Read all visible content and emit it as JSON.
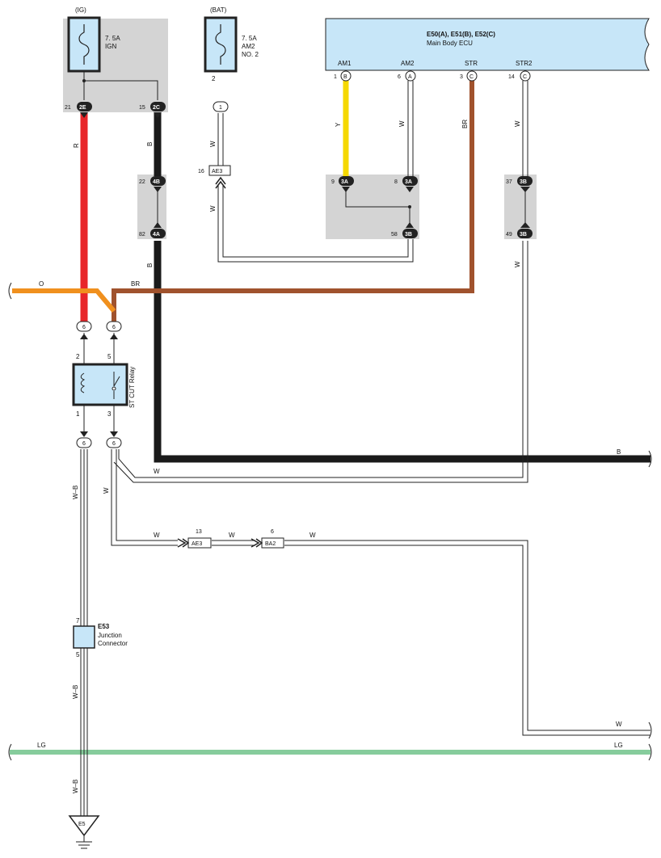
{
  "colors": {
    "black_wire": "#1a1a1a",
    "red_wire": "#e8262a",
    "brown_wire": "#a0522d",
    "orange_wire": "#f0901e",
    "yellow_wire": "#f5d800",
    "green_wire": "#86cc9c",
    "component_fill": "#c7e6f8",
    "gray_box": "#d4d4d4"
  },
  "ig_fuse": {
    "source": "(IG)",
    "rating": "7. 5A",
    "name": "IGN"
  },
  "bat_fuse": {
    "source": "(BAT)",
    "rating": "7. 5A",
    "name1": "AM2",
    "name2": "NO. 2",
    "pin": "2"
  },
  "ecu": {
    "title": "E50(A), E51(B), E52(C)",
    "subtitle": "Main Body ECU",
    "terminals": [
      {
        "name": "AM1",
        "num": "1",
        "conn": "B"
      },
      {
        "name": "AM2",
        "num": "6",
        "conn": "A"
      },
      {
        "name": "STR",
        "num": "3",
        "conn": "C"
      },
      {
        "name": "STR2",
        "num": "14",
        "conn": "C"
      }
    ]
  },
  "connectors": {
    "c2E": {
      "num": "21",
      "id": "2E"
    },
    "c2C": {
      "num": "15",
      "id": "2C"
    },
    "c4B": {
      "num": "22",
      "id": "4B"
    },
    "c4A": {
      "num": "82",
      "id": "4A"
    },
    "c1": {
      "id": "1"
    },
    "ae3_top": {
      "num": "16",
      "id": "AE3"
    },
    "c3A_9": {
      "num": "9",
      "id": "3A"
    },
    "c3A_8": {
      "num": "8",
      "id": "3A"
    },
    "c3B_58": {
      "num": "58",
      "id": "3B"
    },
    "c3B_37": {
      "num": "37",
      "id": "3B"
    },
    "c3B_49": {
      "num": "49",
      "id": "3B"
    },
    "relay_conn": "6",
    "ae3_bottom": {
      "num": "13",
      "id": "AE3"
    },
    "ba2": {
      "num": "6",
      "id": "BA2"
    }
  },
  "relay": {
    "name": "ST CUT Relay",
    "pin2": "2",
    "pin5": "5",
    "pin1": "1",
    "pin3": "3"
  },
  "junction": {
    "id": "E53",
    "name1": "Junction",
    "name2": "Connector",
    "pin_top": "7",
    "pin_bottom": "5"
  },
  "ground": {
    "id": "E5"
  },
  "wire_labels": {
    "R": "R",
    "B": "B",
    "W": "W",
    "Y": "Y",
    "BR": "BR",
    "O": "O",
    "LG": "LG",
    "WB": "W–B"
  }
}
